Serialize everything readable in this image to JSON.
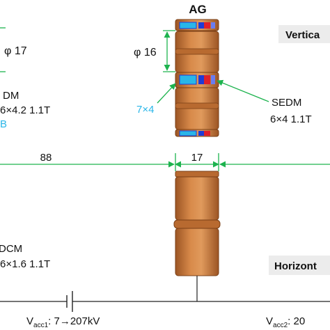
{
  "title": "AG",
  "views": {
    "vertical": "Vertica",
    "horizontal": "Horizont"
  },
  "left_top": {
    "phi": "φ 17",
    "dm": "DM",
    "spec": "6×4.2 1.1T",
    "cyan_char": "B"
  },
  "center": {
    "phi": "φ 16",
    "magnet_size": "7×4",
    "sedm": "SEDM",
    "sedm_spec": "6×4 1.1T",
    "gap_dim": "17",
    "left_dim": "88"
  },
  "left_bottom": {
    "dcm": "DCM",
    "spec": "6×1.6 1.1T"
  },
  "circuit": {
    "vacc1": "V",
    "vacc1_sub": "acc1",
    "vacc1_val": ": 7→207kV",
    "vacc2": "V",
    "vacc2_sub": "acc2",
    "vacc2_val": ": 20"
  },
  "colors": {
    "copper": "#c8793e",
    "copper_dark": "#8a4a1c",
    "cyan": "#29b6e8",
    "blue": "#1f3bd6",
    "red": "#e0202a",
    "green": "#1db34e"
  }
}
